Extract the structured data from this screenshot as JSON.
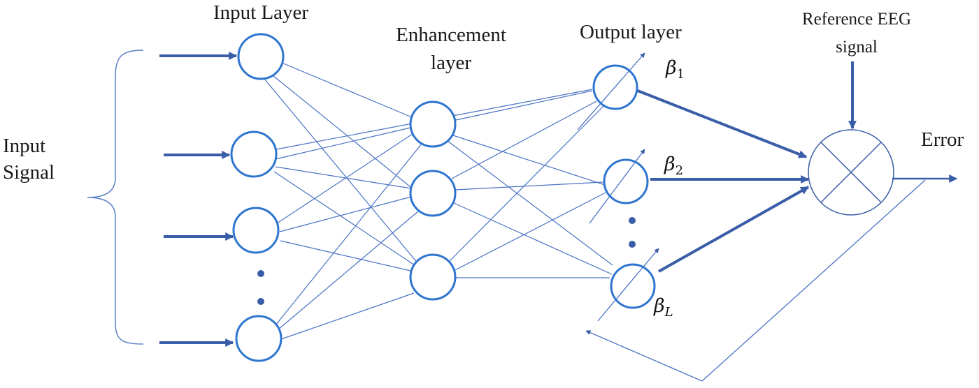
{
  "labels": {
    "input_signal_line1": "Input",
    "input_signal_line2": "Signal",
    "input_layer": "Input Layer",
    "enhancement_line1": "Enhancement",
    "enhancement_line2": "layer",
    "output_layer": "Output layer",
    "reference_line1": "Reference EEG",
    "reference_line2": "signal",
    "error": "Error"
  },
  "weights": {
    "beta_1": {
      "symbol": "β",
      "subscript": "1"
    },
    "beta_2": {
      "symbol": "β",
      "subscript": "2"
    },
    "beta_L": {
      "symbol": "β",
      "subscript": "L"
    }
  },
  "colors": {
    "node_stroke": "#2e75d0",
    "connection": "#4a72c4",
    "arrow": "#3a5da8",
    "text": "#1a1a1a"
  }
}
